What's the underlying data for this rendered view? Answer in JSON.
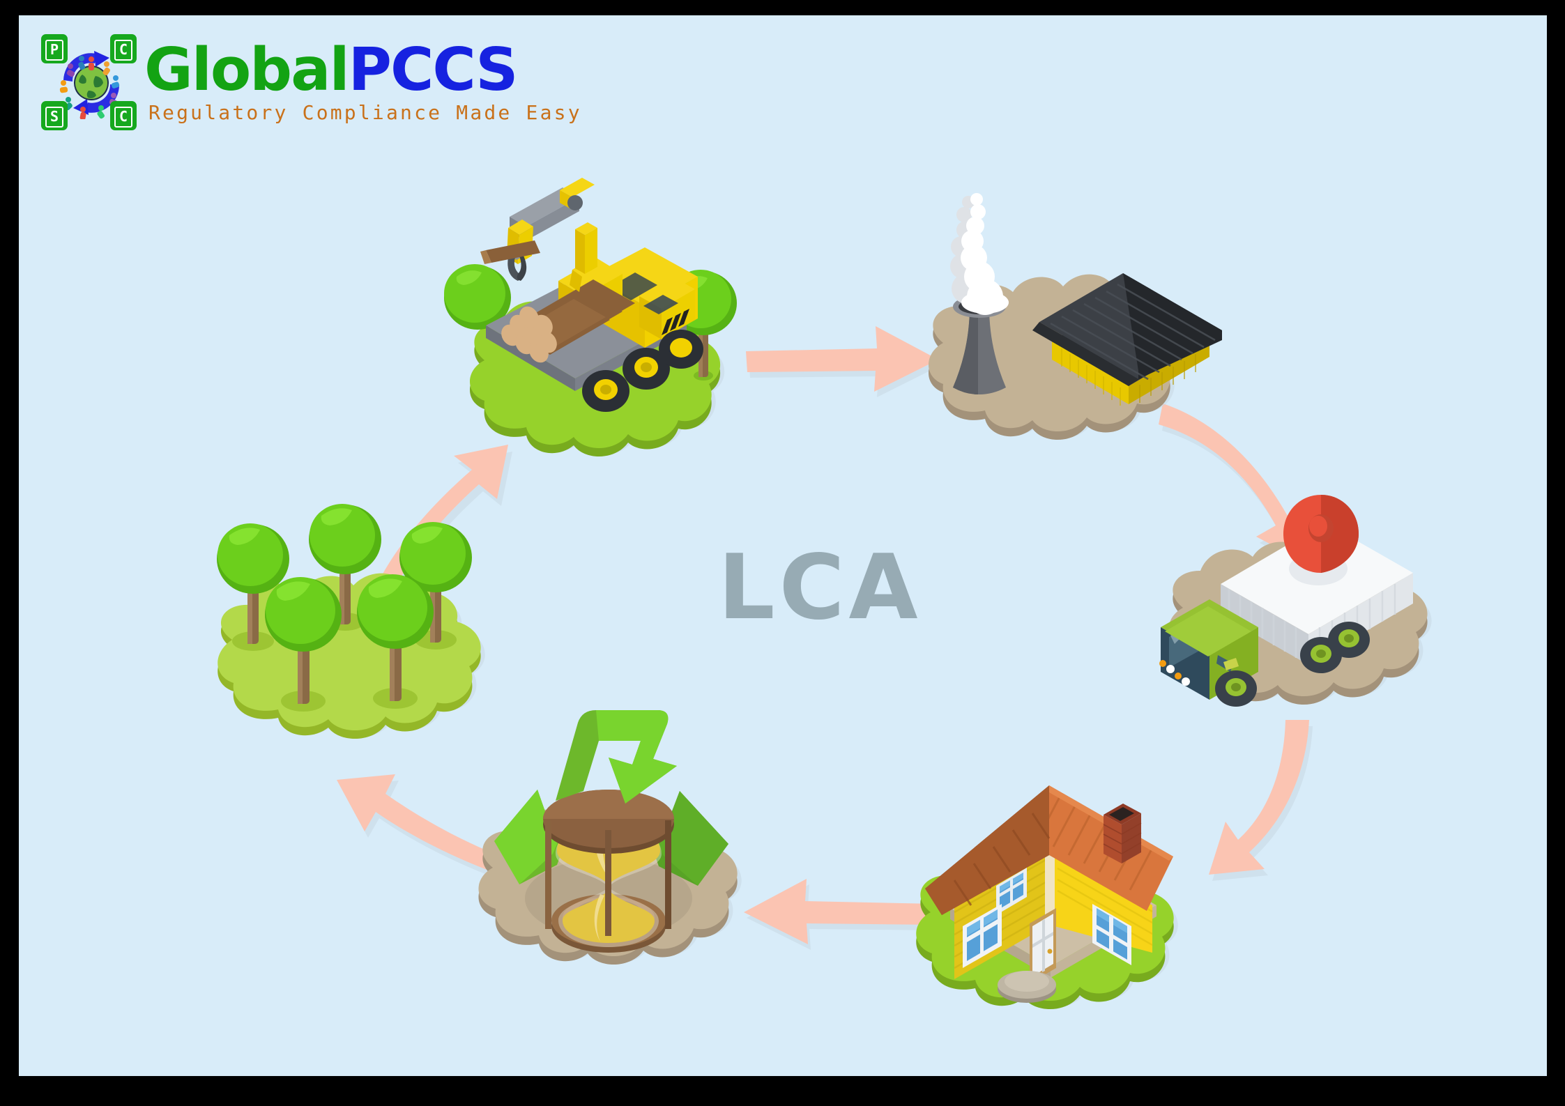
{
  "page": {
    "background_color": "#d8ecf9",
    "border_color": "#000000",
    "center_label": "LCA",
    "center_label_color": "#97abb4"
  },
  "logo": {
    "name_part1": "Global",
    "name_part2": "PCCS",
    "name_part1_color": "#13a313",
    "name_part2_color": "#1622e0",
    "tagline": "Regulatory Compliance Made Easy",
    "tagline_color": "#c9711a",
    "badges": [
      {
        "letter": "P",
        "position": "top-left"
      },
      {
        "letter": "C",
        "position": "top-right"
      },
      {
        "letter": "S",
        "position": "bottom-left"
      },
      {
        "letter": "C",
        "position": "bottom-right"
      }
    ],
    "badge_color": "#16a81e",
    "cycle_arrow_color": "#2222e0",
    "globe_icon": "globe-people-icon"
  },
  "diagram": {
    "title": "LCA",
    "type": "lifecycle-cycle",
    "arrow_color": "#fbc4b2",
    "stages": [
      {
        "id": "raw-material-extraction",
        "icon": "logging-truck-icon",
        "platform": "grass",
        "platform_color": "#96d22b"
      },
      {
        "id": "manufacturing",
        "icon": "factory-icon",
        "platform": "soil",
        "platform_color": "#c3b295"
      },
      {
        "id": "distribution-transport",
        "icon": "delivery-truck-icon",
        "platform": "soil",
        "platform_color": "#c3b295"
      },
      {
        "id": "use-phase",
        "icon": "house-icon",
        "platform": "grass",
        "platform_color": "#96d22b"
      },
      {
        "id": "end-of-life-recycling",
        "icon": "hourglass-recycle-icon",
        "platform": "soil",
        "platform_color": "#c3b295"
      },
      {
        "id": "regeneration-forest",
        "icon": "trees-icon",
        "platform": "grass",
        "platform_color": "#b3d94a"
      }
    ],
    "arrows": [
      {
        "id": "arrow-trees-to-logging",
        "from": "regeneration-forest",
        "to": "raw-material-extraction"
      },
      {
        "id": "arrow-logging-to-factory",
        "from": "raw-material-extraction",
        "to": "manufacturing"
      },
      {
        "id": "arrow-factory-to-truck",
        "from": "manufacturing",
        "to": "distribution-transport"
      },
      {
        "id": "arrow-truck-to-house",
        "from": "distribution-transport",
        "to": "use-phase"
      },
      {
        "id": "arrow-house-to-recycle",
        "from": "use-phase",
        "to": "end-of-life-recycling"
      },
      {
        "id": "arrow-recycle-to-trees",
        "from": "end-of-life-recycling",
        "to": "regeneration-forest"
      }
    ]
  }
}
